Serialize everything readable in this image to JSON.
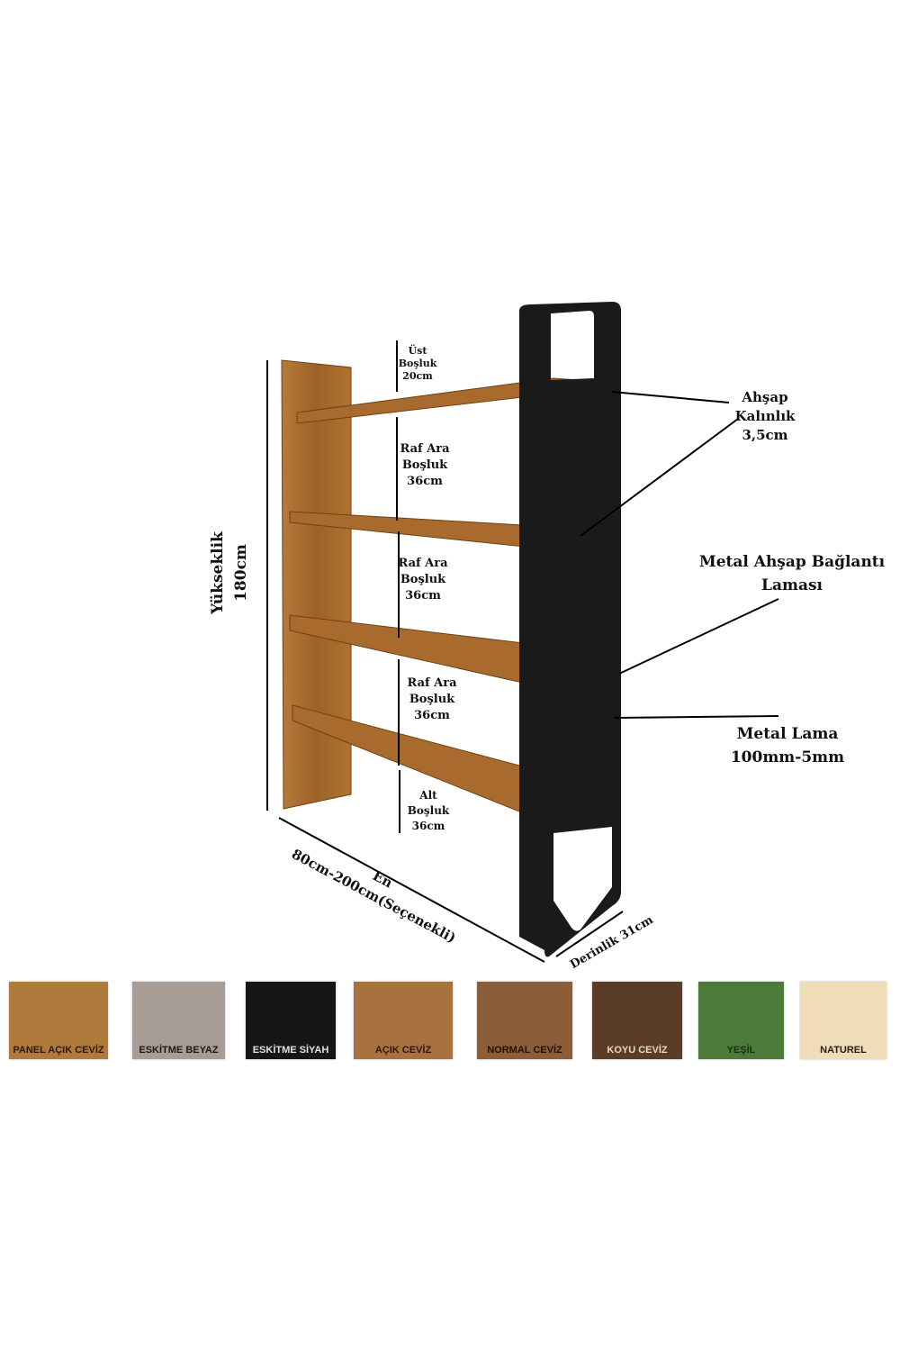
{
  "annotations": {
    "top_gap": [
      "Üst",
      "Boşluk",
      "20cm"
    ],
    "shelf_gap_1": [
      "Raf Ara",
      "Boşluk",
      "36cm"
    ],
    "shelf_gap_2": [
      "Raf Ara",
      "Boşluk",
      "36cm"
    ],
    "shelf_gap_3": [
      "Raf Ara",
      "Boşluk",
      "36cm"
    ],
    "bottom_gap": [
      "Alt",
      "Boşluk",
      "36cm"
    ],
    "wood_thickness": [
      "Ahşap",
      "Kalınlık",
      "3,5cm"
    ],
    "connector": [
      "Metal Ahşap Bağlantı",
      "Laması"
    ],
    "metal_bar": [
      "Metal Lama",
      "100mm-5mm"
    ],
    "height": [
      "Yükseklik",
      "180cm"
    ],
    "width": [
      "En",
      "80cm-200cm(Seçenekli)"
    ],
    "depth": "Derinlik 31cm"
  },
  "swatches": [
    {
      "label": "PANEL AÇIK CEVİZ",
      "color": "#b07a3c",
      "text": "#2a1a0e"
    },
    {
      "label": "ESKİTME BEYAZ",
      "color": "#a79d95",
      "text": "#1a1a1a"
    },
    {
      "label": "ESKİTME SİYAH",
      "color": "#171515",
      "text": "#e0e0e0"
    },
    {
      "label": "AÇIK CEVİZ",
      "color": "#a9713f",
      "text": "#2a1a0e"
    },
    {
      "label": "NORMAL CEVİZ",
      "color": "#8b5d39",
      "text": "#1e120a"
    },
    {
      "label": "KOYU CEVİZ",
      "color": "#5b3c26",
      "text": "#e8d8c8"
    },
    {
      "label": "YEŞİL",
      "color": "#4b7a3b",
      "text": "#1e2e14"
    },
    {
      "label": "NATUREL",
      "color": "#efdcb8",
      "text": "#2a2015"
    }
  ],
  "colors": {
    "wood": "#a9692e",
    "wood_dark": "#7a4a1e",
    "metal": "#1a1a1a"
  }
}
